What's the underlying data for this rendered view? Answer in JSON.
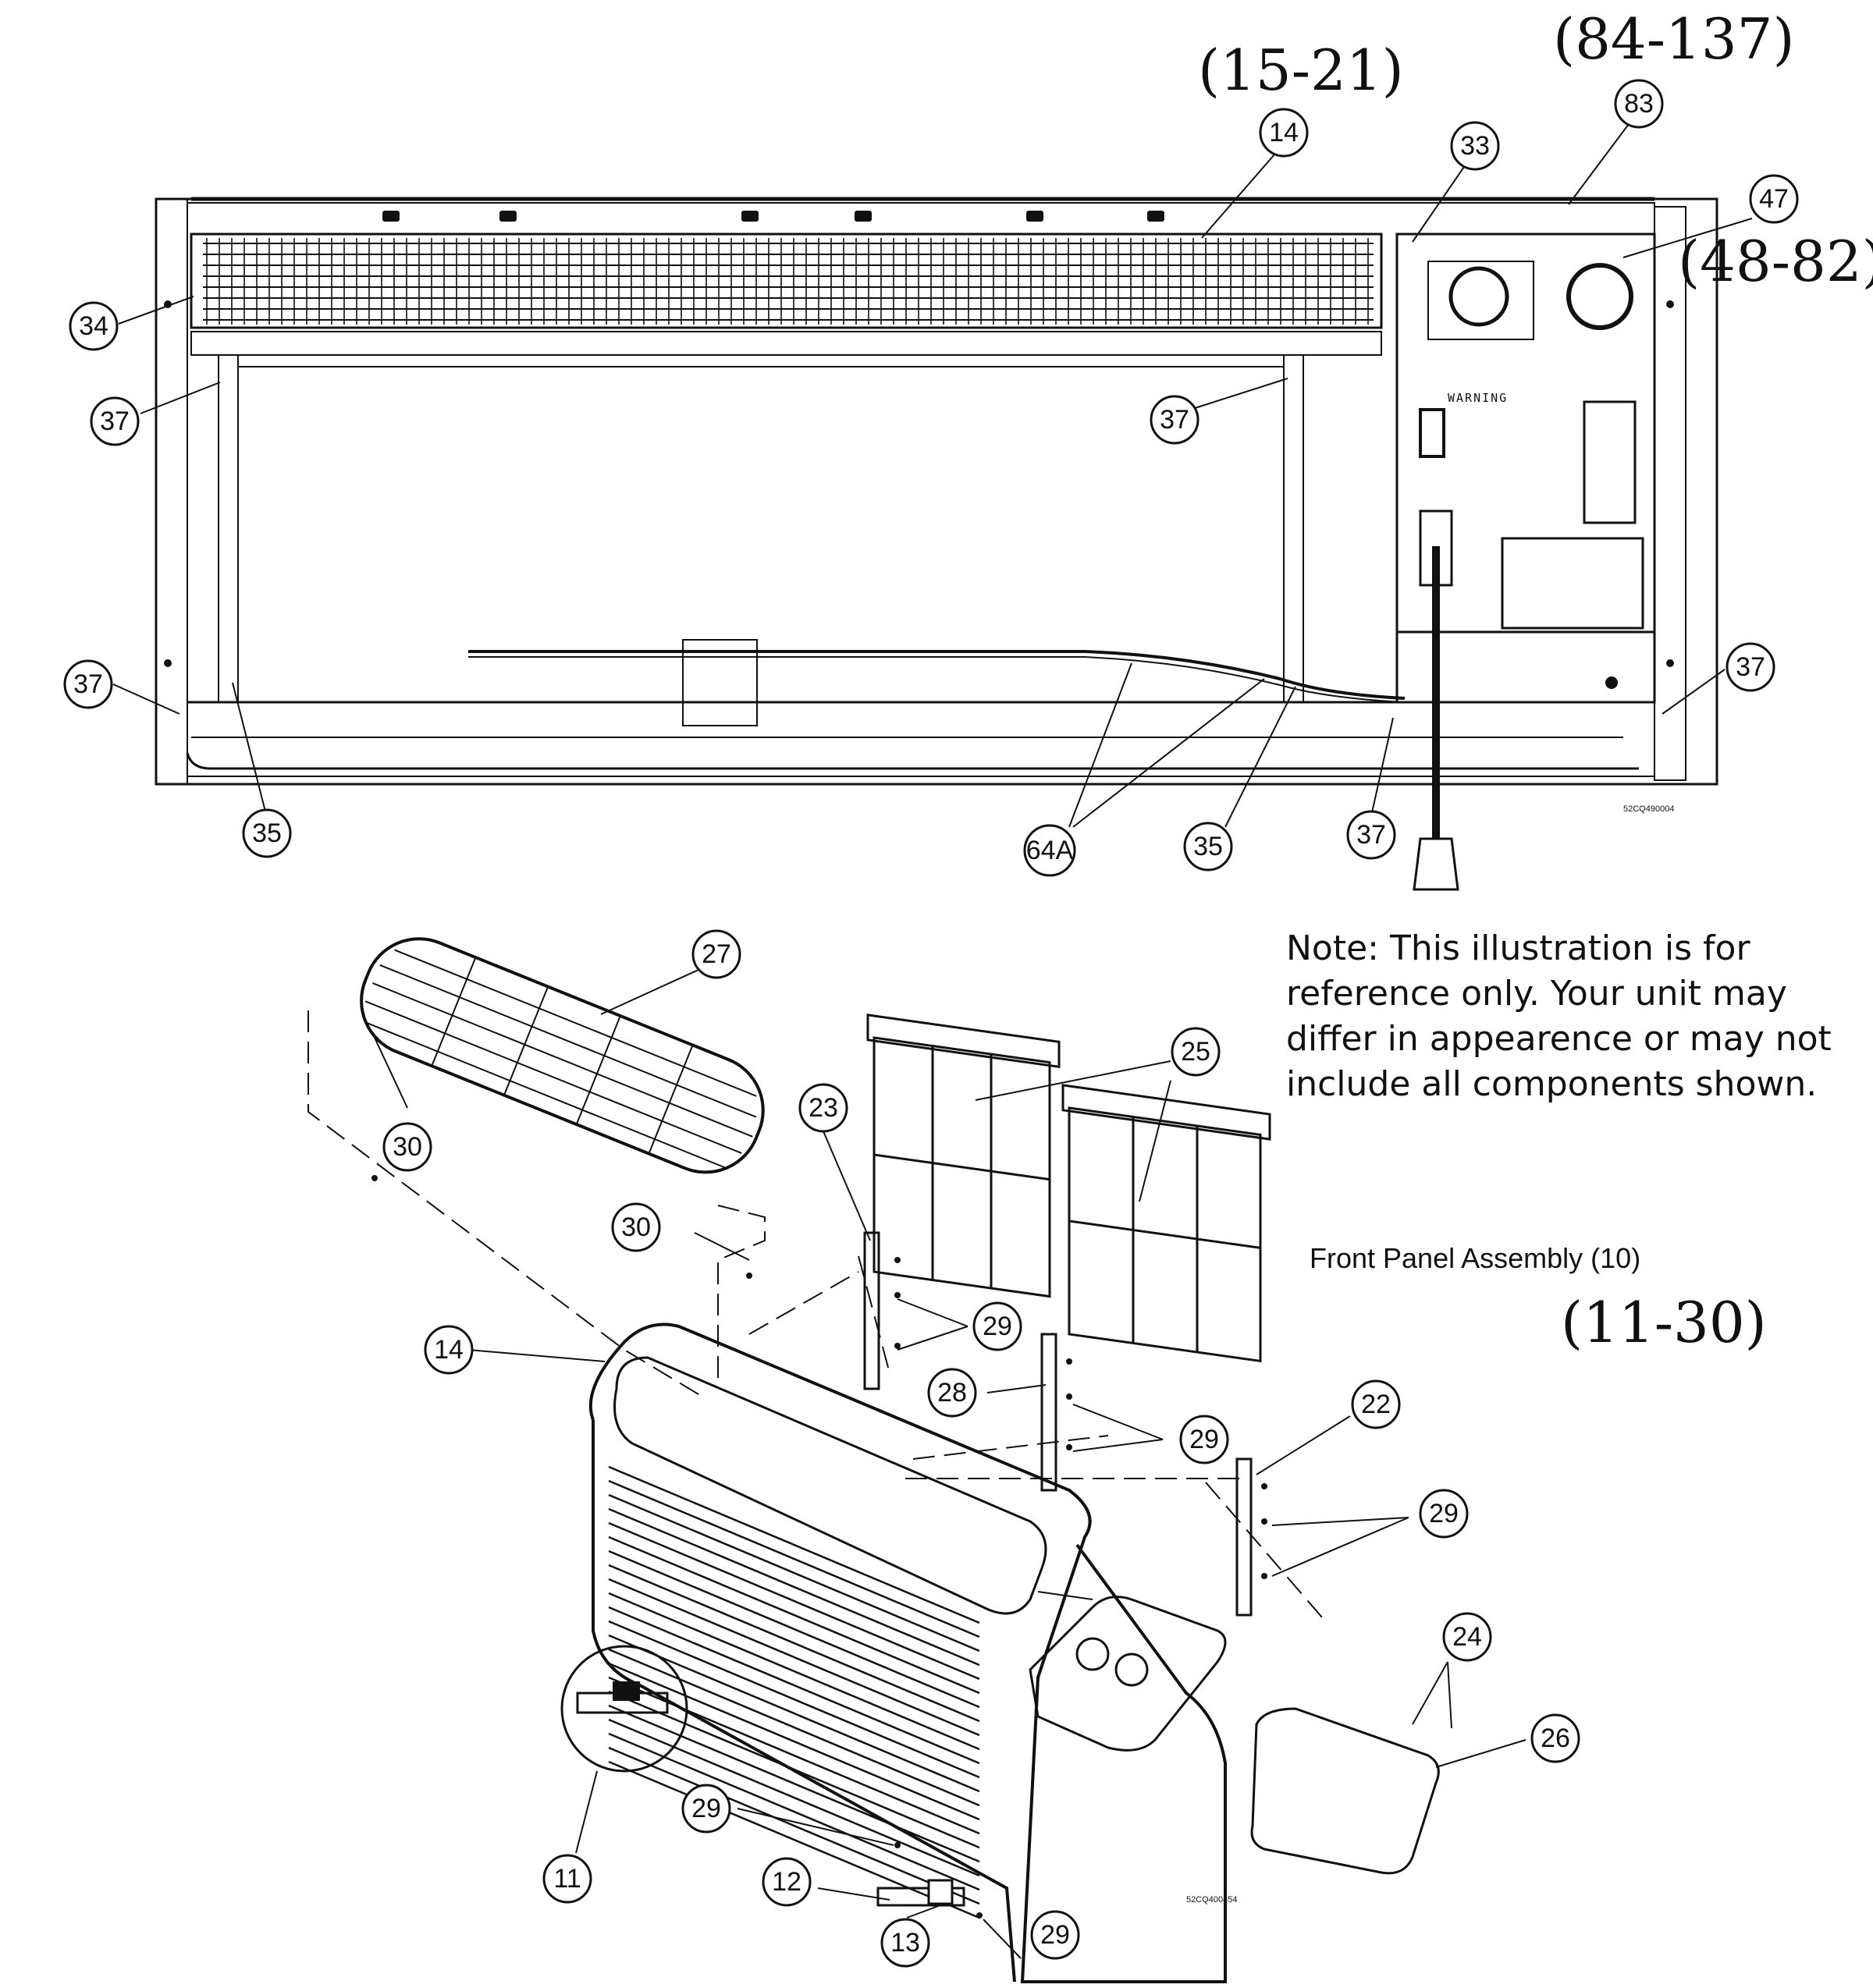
{
  "callouts": {
    "c14_top": "14",
    "c33": "33",
    "c83": "83",
    "c47": "47",
    "c34": "34",
    "c37_a": "37",
    "c37_b": "37",
    "c37_c": "37",
    "c37_d": "37",
    "c37_e": "37",
    "c35_a": "35",
    "c64a": "64A",
    "c35_b": "35",
    "c27": "27",
    "c25": "25",
    "c23": "23",
    "c30_a": "30",
    "c30_b": "30",
    "c29_a": "29",
    "c14_bot": "14",
    "c28": "28",
    "c29_b": "29",
    "c22": "22",
    "c29_c": "29",
    "c24": "24",
    "c26": "26",
    "c29_d": "29",
    "c11": "11",
    "c12": "12",
    "c13": "13",
    "c29_e": "29"
  },
  "handwritten": {
    "range_15_21": "(15-21)",
    "range_84_137": "(84-137)",
    "range_48_82": "(48-82)",
    "range_11_30": "(11-30)"
  },
  "labels": {
    "warning": "WARNING",
    "drawing_code_top": "52CQ490004",
    "drawing_code_bottom": "52CQ400454",
    "assembly_title": "Front Panel Assembly (10)"
  },
  "note": {
    "line1": "Note: This illustration is for",
    "line2": "reference only. Your unit may",
    "line3": "differ in appearence or may not",
    "line4": "include all components shown."
  }
}
